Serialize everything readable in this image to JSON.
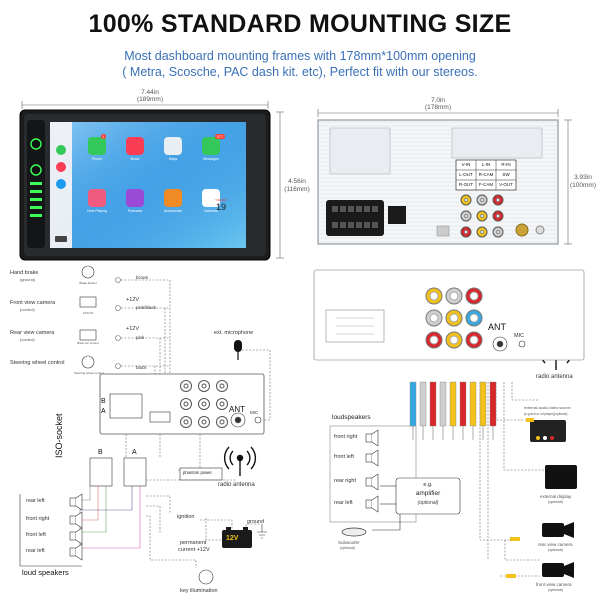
{
  "header": {
    "title": "100% STANDARD MOUNTING SIZE",
    "subtitle_line1": "Most dashboard mounting frames with 178mm*100mm opening",
    "subtitle_line2": "( Metra, Scosche, PAC dash kit. etc), Perfect fit with our stereos."
  },
  "front_unit": {
    "width_in": "7.44in",
    "width_mm": "(189mm)",
    "height_in": "4.56in",
    "height_mm": "(116mm)",
    "apps": [
      {
        "name": "Phone",
        "color": "#34c759",
        "badge": "1"
      },
      {
        "name": "Music",
        "color": "#fa3c55",
        "badge": ""
      },
      {
        "name": "Maps",
        "color": "#e9eef3",
        "badge": ""
      },
      {
        "name": "Messages",
        "color": "#34c759",
        "badge": "377"
      },
      {
        "name": "Now Playing",
        "color": "#f05a7e",
        "badge": ""
      },
      {
        "name": "Podcasts",
        "color": "#9b4ad8",
        "badge": ""
      },
      {
        "name": "Audiobooks",
        "color": "#f08a24",
        "badge": ""
      },
      {
        "name": "Calendar",
        "color": "#ffffff",
        "badge": ""
      }
    ],
    "calendar_day": "19",
    "calendar_weekday": "TUESDAY"
  },
  "back_unit": {
    "width_in": "7.0in",
    "width_mm": "(178mm)",
    "height_in": "3.93in",
    "height_mm": "(100mm)",
    "labels": [
      [
        "V-IN",
        "L-IN",
        "R-IN"
      ],
      [
        "L-OUT",
        "R-CAM",
        "SW"
      ],
      [
        "R-OUT",
        "F-CAM",
        "V-OUT"
      ]
    ]
  },
  "wiring_left": {
    "inputs": [
      {
        "label": "Hand brake",
        "note": "(ground)",
        "icon_note": "Brake Detect",
        "wire": "brown"
      },
      {
        "label": "Front view camera",
        "note": "(control)",
        "icon_note": "FOCUS",
        "wire": "pink/black"
      },
      {
        "label": "Rear view camera",
        "note": "(control)",
        "icon_note": "Back car control",
        "wire": "pink"
      },
      {
        "label": "Steering wheel control",
        "note": "",
        "icon_note": "Steering wheel control",
        "wire": "black"
      }
    ],
    "plus12v_1": "+12V",
    "plus12v_2": "+12V",
    "ext_mic": "ext. microphone",
    "ant": "ANT",
    "mic": "MIC",
    "conn_a": "A",
    "conn_b": "B",
    "iso_socket": "ISO-socket",
    "iso_a": "A",
    "iso_b": "B",
    "phantom_power": "phantom power",
    "radio_antenna": "radio antenna",
    "ignition": "ignition",
    "ground": "ground",
    "permanent": "permanent",
    "current": "current +12V",
    "battery": "12V",
    "key_illumination": "key illumination",
    "speakers": [
      "rear left",
      "front right",
      "front left",
      "rear left"
    ],
    "loud_speakers": "loud speakers"
  },
  "wiring_right": {
    "ant": "ANT",
    "mic": "MIC",
    "radio_antenna": "radio antenna",
    "loudspeakers": "loudspeakers",
    "speakers": [
      "front right",
      "front left",
      "rear right",
      "rear left"
    ],
    "amp_line1": "e.g.",
    "amp_line2": "amplifier",
    "amp_line3": "(optional)",
    "subwoofer": "Subwoofer",
    "subwoofer_note": "(optional)",
    "ext_av_source": "external audio-video source",
    "ext_av_note": "(e.g.dvd or cd player)(optional)",
    "ext_display": "external display",
    "ext_display_note": "(optional)",
    "rear_cam": "rear view camera",
    "rear_cam_note": "(optional)",
    "front_cam": "front view camera",
    "front_cam_note": "(optional)"
  },
  "colors": {
    "subtitle": "#3a70b8",
    "rca_red": "#d9262a",
    "rca_white": "#cfcfcf",
    "rca_yellow": "#f2c21a",
    "rca_blue": "#37a7e0",
    "wire_dashed": "#666666",
    "panel_border": "#555555"
  }
}
